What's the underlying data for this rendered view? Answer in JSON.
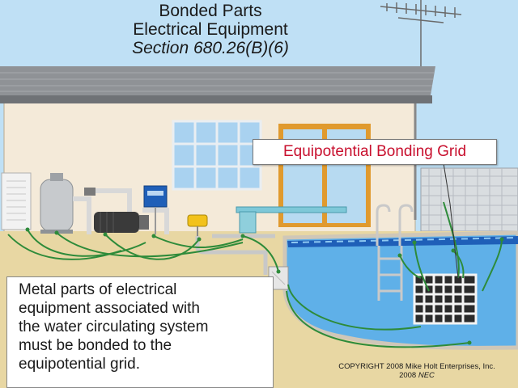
{
  "title": {
    "line1": "Bonded Parts",
    "line2": "Electrical Equipment",
    "line3": "Section 680.26(B)(6)"
  },
  "callouts": {
    "grid_label": "Equipotential Bonding Grid",
    "note_lines": [
      "Metal parts of electrical",
      "equipment associated with",
      "the water circulating system",
      "must be bonded to the",
      "equipotential grid."
    ]
  },
  "copyright": {
    "line1": "COPYRIGHT 2008  Mike Holt Enterprises, Inc.",
    "line2_prefix": "2008 ",
    "line2_italic": "NEC"
  },
  "colors": {
    "sky": "#bfe0f5",
    "roof": "#8f9296",
    "wall": "#f4ead9",
    "ground": "#e8d7a3",
    "pool_water": "#5fb0e8",
    "pool_tile": "#1f5fb8",
    "bonding_wire": "#2e8b3a",
    "grid_label_text": "#c8102e"
  }
}
